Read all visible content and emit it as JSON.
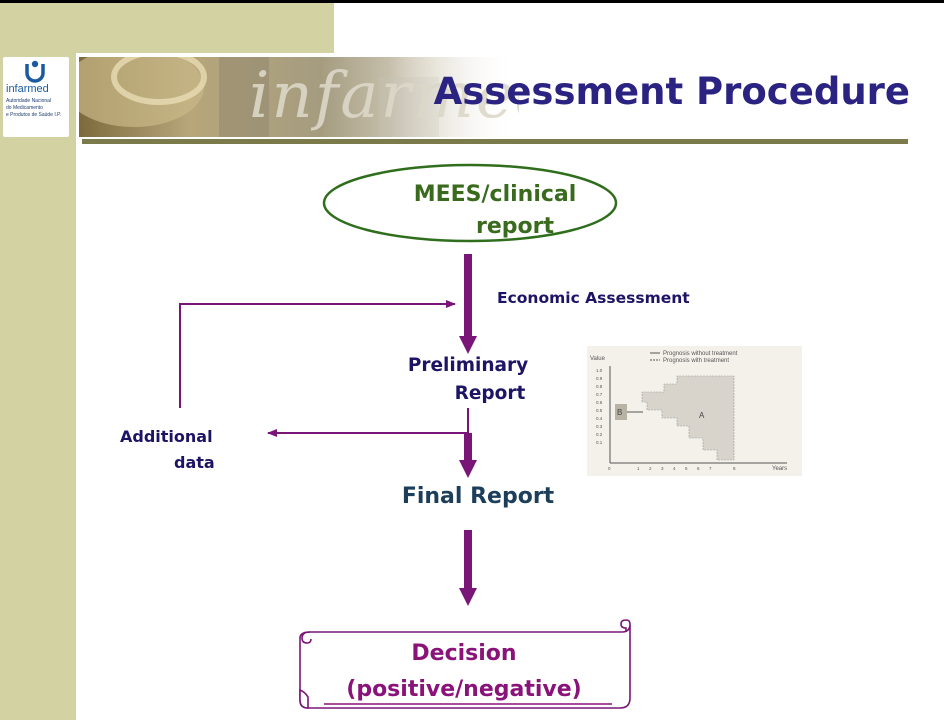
{
  "logo": {
    "name": "infarmed",
    "tagline": [
      "Autoridade Nacional",
      "do Medicamento",
      "e Produtos de Saúde I.P."
    ],
    "brand_color": "#1b5aa0"
  },
  "banner": {
    "photo_text": "infarmed"
  },
  "header": {
    "title": "Assessment Procedure"
  },
  "flow": {
    "mees_line1": "MEES/clinical",
    "mees_line2": "report",
    "economic": "Economic Assessment",
    "prelim_line1": "Preliminary",
    "prelim_line2": "Report",
    "additional_line1": "Additional",
    "additional_line2": "data",
    "final": "Final Report",
    "decision_line1": "Decision",
    "decision_line2": "(positive/negative)"
  },
  "inset_chart": {
    "legend": [
      "Prognosis without treatment",
      "Prognosis with treatment"
    ],
    "y_label": "Value",
    "x_label": "Years",
    "y_ticks": [
      "1.0",
      "0.9",
      "0.8",
      "0.7",
      "0.6",
      "0.5",
      "0.4",
      "0.3",
      "0.2",
      "0.1"
    ],
    "x_ticks": [
      "1",
      "2",
      "3",
      "4",
      "5",
      "6",
      "7",
      "8"
    ],
    "origin": "0",
    "area_a": "A",
    "area_b": "B"
  },
  "colors": {
    "title": "#2b2381",
    "arrow": "#7a1678",
    "mees": "#3a6a1e",
    "decision": "#8a137a",
    "sidebar": "#d2d2a2"
  }
}
